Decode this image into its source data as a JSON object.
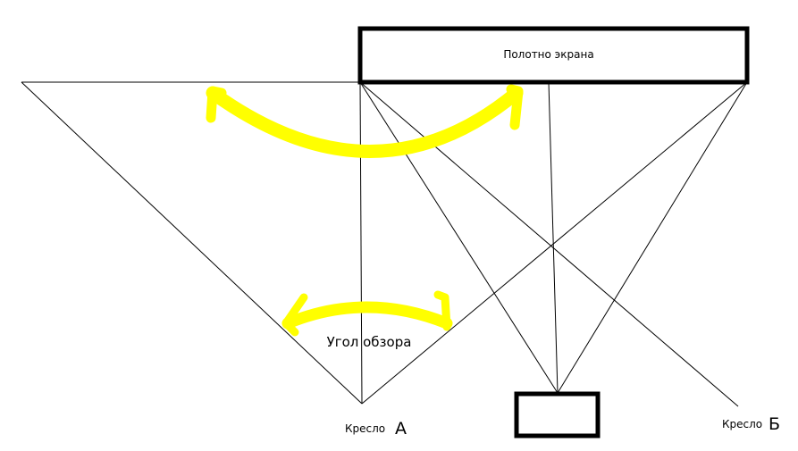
{
  "labels": {
    "screen": "Полотно экрана",
    "view_angle": "Угол обзора",
    "seat_word": "Кресло",
    "seat_a": "А",
    "seat_b": "Б"
  },
  "colors": {
    "lines": "#000000",
    "arrows": "#ffff00",
    "background": "#ffffff"
  }
}
